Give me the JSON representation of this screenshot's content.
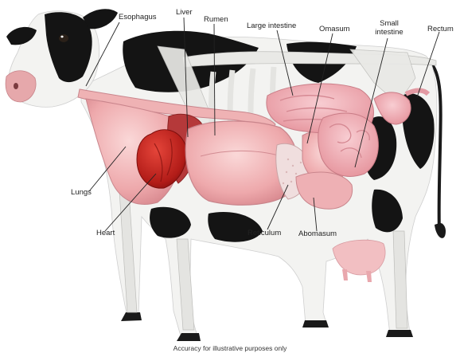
{
  "labels": {
    "esophagus": "Esophagus",
    "liver": "Liver",
    "rumen": "Rumen",
    "large_intestine": "Large intestine",
    "omasum": "Omasum",
    "small_intestine": "Small\nintestine",
    "rectum": "Rectum",
    "lungs": "Lungs",
    "heart": "Heart",
    "reticulum": "Reticulum",
    "abomasum": "Abomasum"
  },
  "caption": "Accuracy for illustrative purposes only",
  "colors": {
    "hide_black": "#141414",
    "hide_white": "#f3f3f1",
    "bone": "#e9e9e6",
    "organ_pink": "#efb2b4",
    "organ_dark": "#d9878e",
    "heart_red": "#c0241f",
    "intestine": "#f2a7ae",
    "udder": "#f2bfc2",
    "nose": "#e6a8ab"
  }
}
